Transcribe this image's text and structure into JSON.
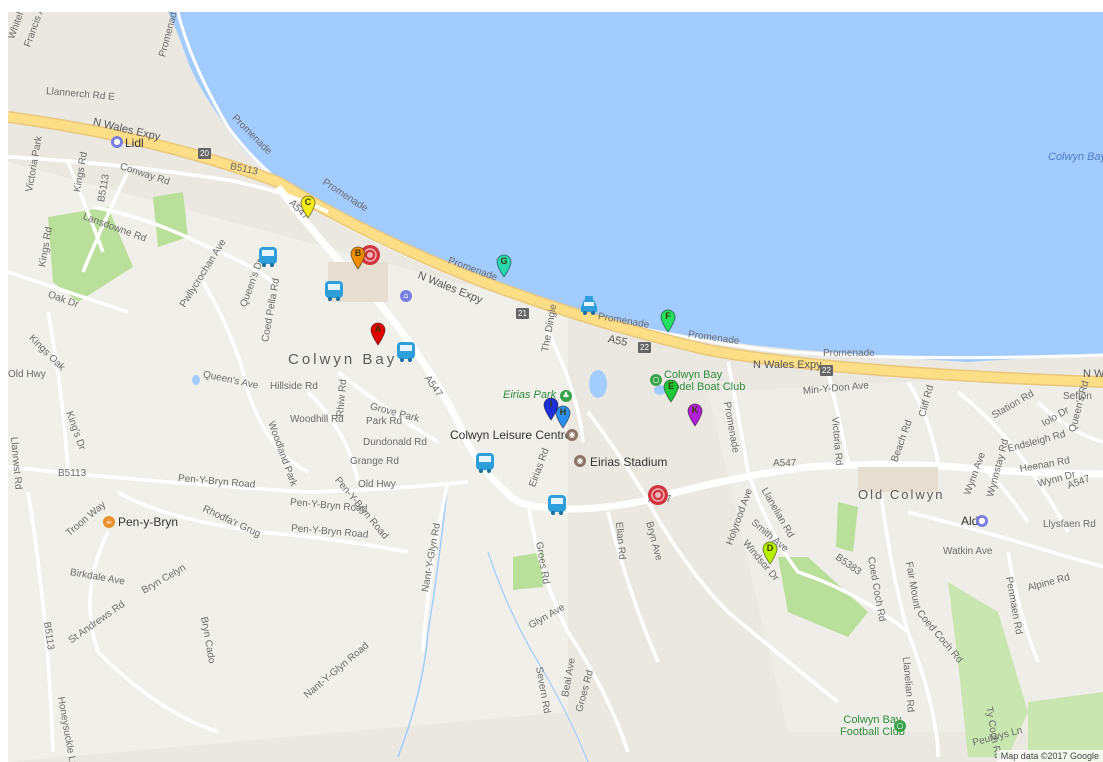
{
  "map": {
    "attribution": "Map data ©2017 Google",
    "areas": {
      "town": "Colwyn Bay",
      "old_town": "Old Colwyn",
      "bay": "Colwyn Bay",
      "pen_y_bryn": "Pen-y-Bryn"
    },
    "roads": {
      "n_wales_expy_1": "N Wales Expy",
      "n_wales_expy_2": "N Wales Expy",
      "n_wales_expy_3": "N Wales Expy",
      "n_wales_expy_4": "N W",
      "a55": "A55",
      "a547_1": "A547",
      "a547_2": "A547",
      "a547_3": "A547",
      "a547_4": "A547",
      "b5113_1": "B5113",
      "b5113_2": "B5113",
      "b5113_3": "B5113",
      "b5113_4": "B5113",
      "b5383": "B5383",
      "j20": "20",
      "j21": "21",
      "j22a": "22",
      "j22b": "22",
      "promenade_1": "Promenade",
      "promenade_2": "Promenade",
      "promenade_3": "Promenade",
      "promenade_4": "Promenade",
      "promenade_5": "Promenade",
      "promenade_6": "Promenade",
      "promenade_7": "Promenade",
      "conway_rd": "Conway Rd",
      "lansdowne_rd": "Lansdowne Rd",
      "kings_rd_1": "Kings Rd",
      "kings_rd_2": "Kings Rd",
      "victoria_park": "Victoria Park",
      "llannerch_rd_e": "Llannerch Rd E",
      "francis_ave": "Francis Ave",
      "whitehall": "Whiteh",
      "pwllycrochan_ave": "Pwllycrochan Ave",
      "queens_dr": "Queen's Dr",
      "coed_pella_rd": "Coed Pella Rd",
      "oak_dr": "Oak Dr",
      "kings_oak": "Kings Oak",
      "old_hwy_1": "Old Hwy",
      "old_hwy_2": "Old Hwy",
      "kings_dr": "King's Dr",
      "llanrwst_rd": "Llanrwst Rd",
      "queens_ave": "Queen's Ave",
      "hillside_rd": "Hillside Rd",
      "rhiw_rd": "Rhiw Rd",
      "woodhill_rd": "Woodhill Rd",
      "woodland_park": "Woodland Park",
      "park_rd": "Park Rd",
      "grove_park": "Grove Park",
      "dundonald_rd": "Dundonald Rd",
      "grange_rd": "Grange Rd",
      "the_dingle": "The Dingle",
      "eirias_rd": "Eirias Rd",
      "pen_y_bryn_road_1": "Pen-Y-Bryn Road",
      "pen_y_bryn_road_2": "Pen-Y-Bryn Road",
      "pen_y_bryn_road_3": "Pen-Y-Bryn Road",
      "rhodfa_r_grug": "Rhodfa'r Grug",
      "troon_way": "Troon Way",
      "birkdale_ave": "Birkdale Ave",
      "bryn_celyn": "Bryn Celyn",
      "bryn_cado": "Bryn Cado",
      "st_andrews_rd": "St Andrews Rd",
      "honeysuckle_ln": "Honeysuckle Ln",
      "nant_y_glyn_rd": "Nant-Y-Glyn Rd",
      "nant_y_glyn_road": "Nant-Y-Glyn Road",
      "groes_rd_1": "Groes Rd",
      "groes_rd_2": "Groes Rd",
      "glyn_ave": "Glyn Ave",
      "severn_rd": "Severn Rd",
      "beal_ave": "Beal Ave",
      "elian_rd": "Elian Rd",
      "bryn_ave": "Bryn Ave",
      "holyrood_ave": "Holyrood Ave",
      "llanelian_rd_1": "Llanelian Rd",
      "llanelian_rd_2": "Llanelian Rd",
      "smith_ave": "Smith Ave",
      "windsor_dr": "Windsor Dr",
      "promenade_north": "Promenade",
      "min_y_don_ave": "Min-Y-Don Ave",
      "victoria_rd": "Victoria Rd",
      "cliff_rd": "Cliff Rd",
      "beach_rd": "Beach Rd",
      "station_rd": "Station Rd",
      "sefton": "Sefton",
      "endsleigh_rd": "Endsleigh Rd",
      "heenan_rd": "Heenan Rd",
      "wynn_dr": "Wynn Dr",
      "iolo_dr": "Iolo Dr",
      "queens_rd": "Queen's Rd",
      "wynn_ave": "Wynn Ave",
      "wynnstay_rd": "Wynnstay Rd",
      "llysfaen_rd": "Llysfaen Rd",
      "coed_coch_rd_1": "Coed Coch Rd",
      "coed_coch_rd_2": "Coed Coch Rd",
      "fair_mount": "Fair Mount",
      "watkin_ave": "Watkin Ave",
      "alpine_rd": "Alpine Rd",
      "penmaen_rd": "Penmaen Rd",
      "peulwys_ln": "Peulwys Ln",
      "ty_coch_rd": "Ty Coch Rd"
    },
    "pois": {
      "lidl": "Lidl",
      "eirias_park": "Eirias Park",
      "colwyn_leisure_centre": "Colwyn Leisure Centre",
      "eirias_stadium": "Eirias Stadium",
      "model_boat_club": "Colwyn Bay\nModel Boat Club",
      "aldi": "Aldi",
      "football_club": "Colwyn Bay\nFootball Club"
    },
    "markers": [
      {
        "label": "A",
        "color": "#e00000"
      },
      {
        "label": "B",
        "color": "#f08c00"
      },
      {
        "label": "C",
        "color": "#f2ea1a"
      },
      {
        "label": "D",
        "color": "#b8f000"
      },
      {
        "label": "E",
        "color": "#1ec838"
      },
      {
        "label": "F",
        "color": "#22e060"
      },
      {
        "label": "G",
        "color": "#26d8b0"
      },
      {
        "label": "H",
        "color": "#2a8ef0"
      },
      {
        "label": "I",
        "color": "#1c2fd8"
      },
      {
        "label": "K",
        "color": "#b21fd8"
      }
    ],
    "colors": {
      "sea": "#a3ccfe",
      "land": "#ebe8e2",
      "major_road": "#fbde85",
      "minor_road": "#ffffff",
      "park": "#b9df9a",
      "bus_icon": "#2e9fdb",
      "target_icon": "#d0343f"
    },
    "icons": {
      "bus": "bus-stop-icon",
      "target": "target-circle-icon",
      "taxi": "taxi-icon"
    }
  }
}
